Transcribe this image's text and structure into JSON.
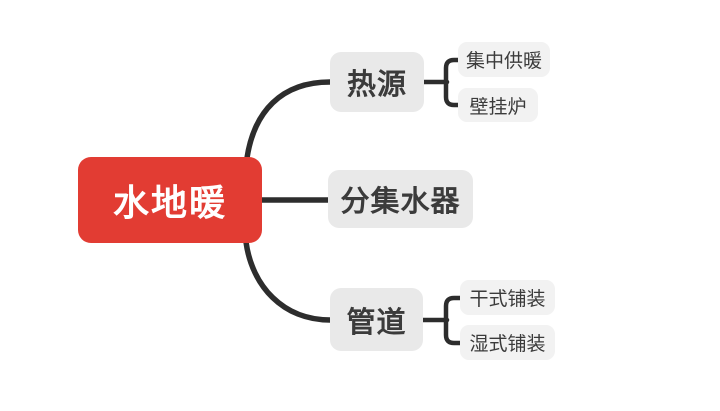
{
  "mindmap": {
    "root": {
      "label": "水地暖"
    },
    "branches": [
      {
        "label": "热源",
        "children": [
          {
            "label": "集中供暖"
          },
          {
            "label": "壁挂炉"
          }
        ]
      },
      {
        "label": "分集水器",
        "children": []
      },
      {
        "label": "管道",
        "children": [
          {
            "label": "干式铺装"
          },
          {
            "label": "湿式铺装"
          }
        ]
      }
    ]
  },
  "theme": {
    "canvas_bg": "#ffffff",
    "root_bg": "#e23c33",
    "root_text": "#ffffff",
    "branch_bg": "#e9e9e9",
    "child_bg": "#f2f2f2",
    "node_text": "#3b3b3b",
    "line_color": "#2d2d2d"
  }
}
